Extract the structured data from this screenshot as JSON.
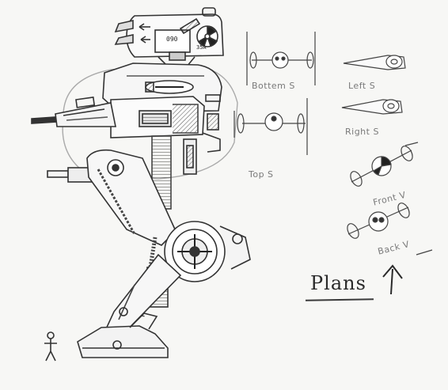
{
  "labels": {
    "bottom_s": "Bottem S",
    "left_s": "Left S",
    "right_s": "Right S",
    "top_s": "Top S",
    "front_v": "Front V",
    "back_v": "Back V",
    "plans": "Plans"
  },
  "panel": {
    "code": "090",
    "sub": "35A"
  },
  "style": {
    "ink": "#3a3a3a",
    "paper": "#f7f7f5",
    "faint": "#9a9a9a"
  }
}
